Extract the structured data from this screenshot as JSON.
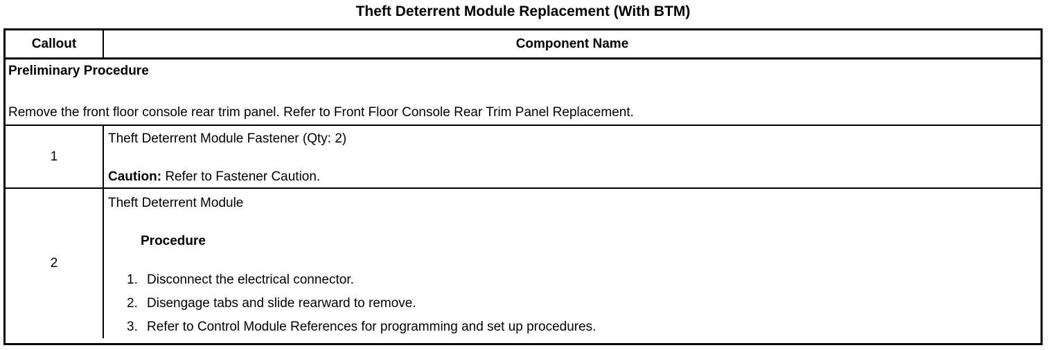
{
  "title": "Theft Deterrent Module Replacement (With BTM)",
  "table": {
    "header": {
      "callout": "Callout",
      "component": "Component Name"
    },
    "preliminary": {
      "heading": "Preliminary Procedure",
      "body": "Remove the front floor console rear trim panel. Refer to Front Floor Console Rear Trim Panel Replacement."
    },
    "rows": [
      {
        "callout": "1",
        "name": "Theft Deterrent Module Fastener (Qty: 2)",
        "caution_label": "Caution:",
        "caution_text": " Refer to Fastener Caution."
      },
      {
        "callout": "2",
        "name": "Theft Deterrent Module",
        "procedure_heading": "Procedure",
        "steps": [
          {
            "num": "1.",
            "text": "Disconnect the electrical connector."
          },
          {
            "num": "2.",
            "text": "Disengage tabs and slide rearward to remove."
          },
          {
            "num": "3.",
            "text": "Refer to Control Module References for programming and set up procedures."
          }
        ]
      }
    ]
  },
  "colors": {
    "text": "#000000",
    "background": "#ffffff",
    "border": "#000000"
  }
}
